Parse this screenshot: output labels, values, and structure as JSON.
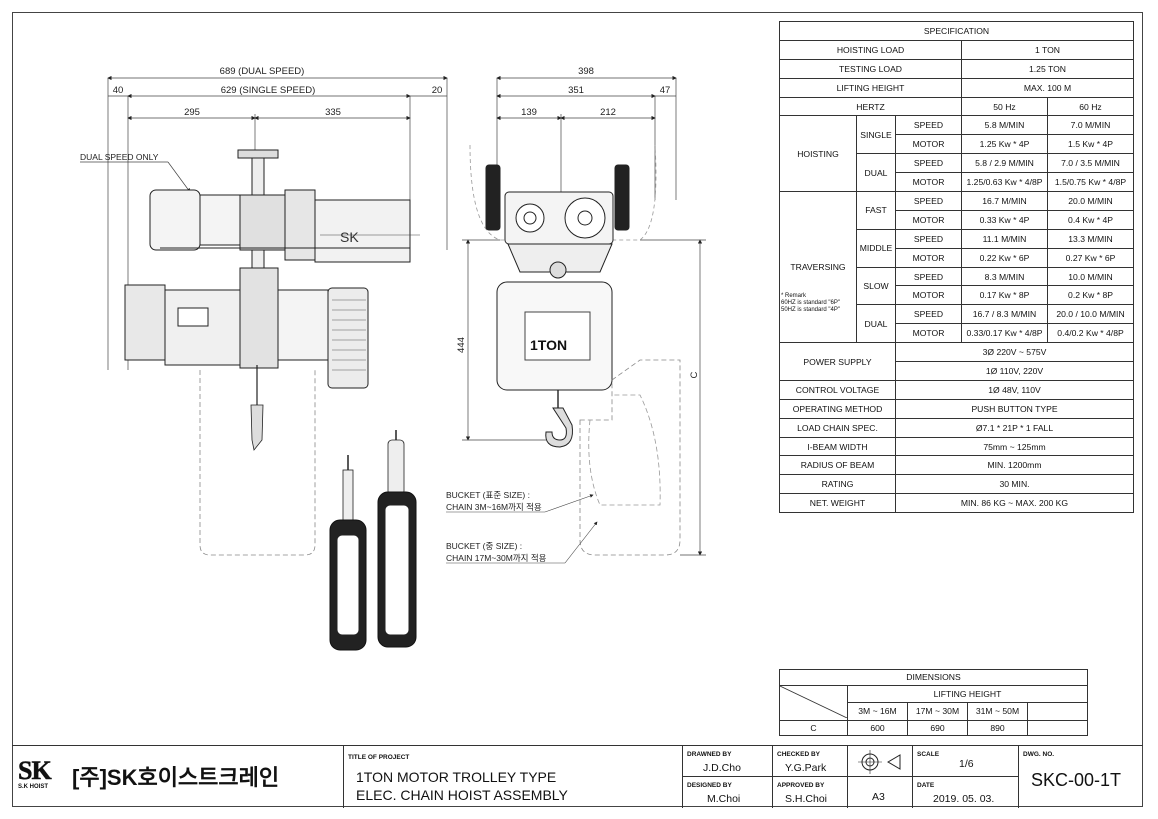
{
  "dimensions_text": {
    "dual_speed": "689 (DUAL SPEED)",
    "single_speed": "629 (SINGLE SPEED)",
    "d40": "40",
    "d20": "20",
    "d295": "295",
    "d335": "335",
    "d398": "398",
    "d351": "351",
    "d47": "47",
    "d139": "139",
    "d212": "212",
    "d444": "444",
    "dC": "C"
  },
  "notes": {
    "dual_speed_only": "DUAL SPEED ONLY",
    "sk_mark": "SK",
    "bucket_std": "BUCKET (표준 SIZE) :",
    "bucket_std_chain": "CHAIN 3M~16M까지 적용",
    "bucket_mid": "BUCKET (중 SIZE) :",
    "bucket_mid_chain": "CHAIN 17M~30M까지 적용",
    "nameplate": "1TON"
  },
  "spec": {
    "title": "SPECIFICATION",
    "hoisting_load": [
      "HOISTING LOAD",
      "1 TON"
    ],
    "testing_load": [
      "TESTING LOAD",
      "1.25 TON"
    ],
    "lifting_height": [
      "LIFTING HEIGHT",
      "MAX.  100 M"
    ],
    "hertz": [
      "HERTZ",
      "50 Hz",
      "60 Hz"
    ],
    "hoisting": "HOISTING",
    "single": "SINGLE",
    "dual": "DUAL",
    "speed": "SPEED",
    "motor": "MOTOR",
    "hs_speed": [
      "5.8 M/MIN",
      "7.0 M/MIN"
    ],
    "hs_motor": [
      "1.25 Kw * 4P",
      "1.5 Kw * 4P"
    ],
    "hd_speed": [
      "5.8 / 2.9 M/MIN",
      "7.0 / 3.5 M/MIN"
    ],
    "hd_motor": [
      "1.25/0.63 Kw * 4/8P",
      "1.5/0.75 Kw * 4/8P"
    ],
    "traversing": "TRAVERSING",
    "remark1": "* Remark",
    "remark2": "60HZ is standard \"6P\"",
    "remark3": "50HZ is standard \"4P\"",
    "fast": "FAST",
    "middle": "MIDDLE",
    "slow": "SLOW",
    "tf_speed": [
      "16.7 M/MIN",
      "20.0 M/MIN"
    ],
    "tf_motor": [
      "0.33 Kw * 4P",
      "0.4 Kw * 4P"
    ],
    "tm_speed": [
      "11.1 M/MIN",
      "13.3 M/MIN"
    ],
    "tm_motor": [
      "0.22 Kw * 6P",
      "0.27 Kw * 6P"
    ],
    "ts_speed": [
      "8.3 M/MIN",
      "10.0 M/MIN"
    ],
    "ts_motor": [
      "0.17 Kw * 8P",
      "0.2 Kw * 8P"
    ],
    "td_speed": [
      "16.7 / 8.3 M/MIN",
      "20.0 / 10.0 M/MIN"
    ],
    "td_motor": [
      "0.33/0.17 Kw * 4/8P",
      "0.4/0.2 Kw * 4/8P"
    ],
    "power_supply": [
      "POWER SUPPLY",
      "3Ø 220V ~ 575V",
      "1Ø 110V, 220V"
    ],
    "control_voltage": [
      "CONTROL VOLTAGE",
      "1Ø 48V, 110V"
    ],
    "operating_method": [
      "OPERATING METHOD",
      "PUSH BUTTON TYPE"
    ],
    "load_chain": [
      "LOAD CHAIN SPEC.",
      "Ø7.1 * 21P * 1 FALL"
    ],
    "ibeam": [
      "I-BEAM WIDTH",
      "75mm ~ 125mm"
    ],
    "radius": [
      "RADIUS OF BEAM",
      "MIN. 1200mm"
    ],
    "rating": [
      "RATING",
      "30 MIN."
    ],
    "weight": [
      "NET. WEIGHT",
      "MIN.  86 KG ~ MAX. 200 KG"
    ]
  },
  "dims_table": {
    "title": "DIMENSIONS",
    "lifting_height": "LIFTING HEIGHT",
    "ranges": [
      "3M ~ 16M",
      "17M ~ 30M",
      "31M ~ 50M"
    ],
    "row_label": "C",
    "values": [
      "600",
      "690",
      "890"
    ]
  },
  "title_block": {
    "logo_mark": "SK",
    "logo_sub": "S.K HOIST",
    "company": "[주]SK호이스트크레인",
    "title_label": "TITLE OF PROJECT",
    "title_line1": "1TON MOTOR TROLLEY TYPE",
    "title_line2": "ELEC. CHAIN HOIST ASSEMBLY",
    "drawn_label": "DRAWNED BY",
    "drawn": "J.D.Cho",
    "checked_label": "CHECKED BY",
    "checked": "Y.G.Park",
    "designed_label": "DESIGNED BY",
    "designed": "M.Choi",
    "approved_label": "APPROVED BY",
    "approved": "S.H.Choi",
    "sheet": "A3",
    "scale_label": "SCALE",
    "scale": "1/6",
    "date_label": "DATE",
    "date": "2019. 05. 03.",
    "dwg_label": "DWG. NO.",
    "dwg": "SKC-00-1T"
  }
}
